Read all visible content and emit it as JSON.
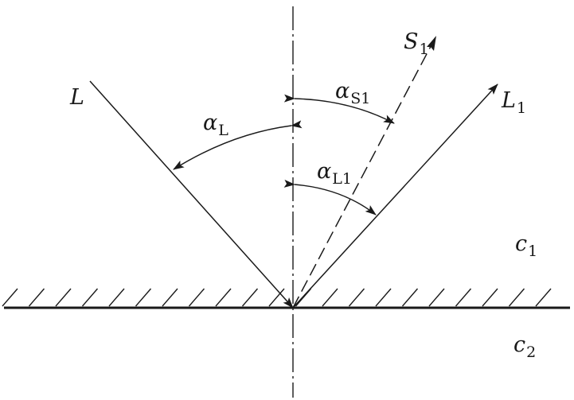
{
  "diagram": {
    "rays": {
      "incident": {
        "label": "L"
      },
      "reflected_longitudinal": {
        "label": "L",
        "subscript": "1"
      },
      "reflected_shear": {
        "label": "S",
        "subscript": "1"
      }
    },
    "angles": {
      "incident": {
        "symbol": "α",
        "subscript": "L"
      },
      "reflected_shear": {
        "symbol": "α",
        "subscript": "S1"
      },
      "reflected_longitudinal": {
        "symbol": "α",
        "subscript": "L1"
      }
    },
    "media": {
      "upper": {
        "label": "c",
        "subscript": "1"
      },
      "lower": {
        "label": "c",
        "subscript": "2"
      }
    },
    "colors": {
      "ink": "#1a1a1a",
      "background": "#ffffff"
    }
  }
}
